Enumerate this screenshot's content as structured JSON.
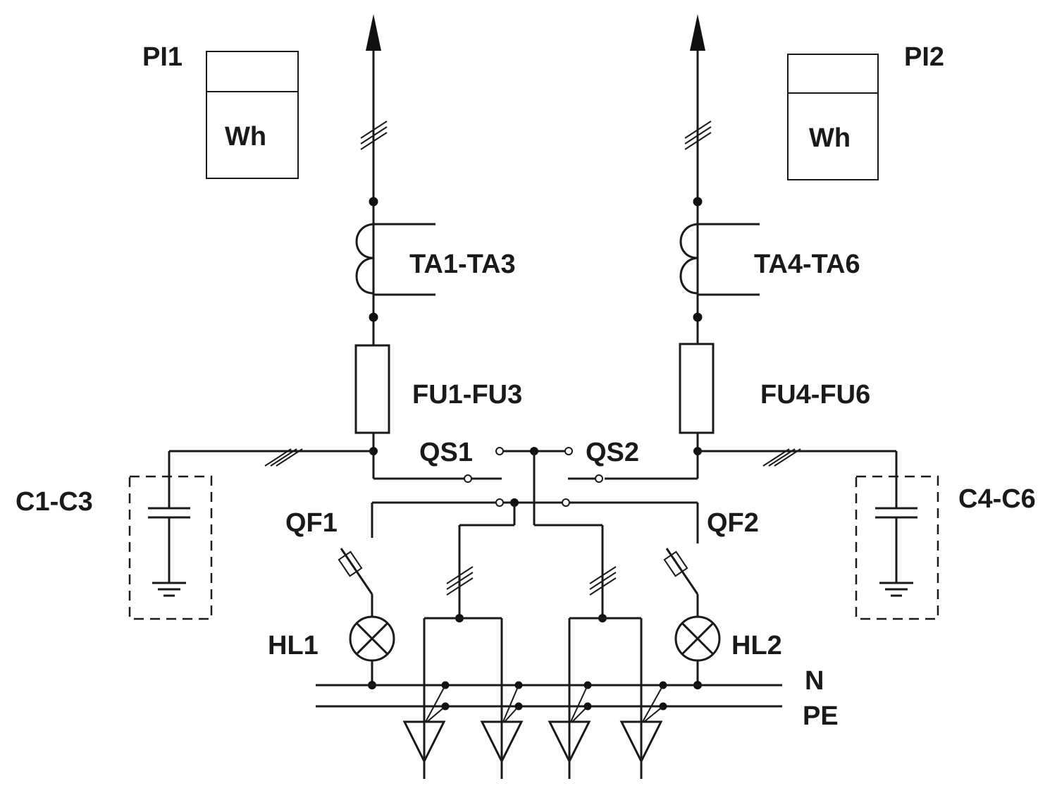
{
  "labels": {
    "pi1": "PI1",
    "pi2": "PI2",
    "meter_unit": "Wh",
    "ta_left": "TA1-TA3",
    "ta_right": "TA4-TA6",
    "fu_left": "FU1-FU3",
    "fu_right": "FU4-FU6",
    "qs1": "QS1",
    "qs2": "QS2",
    "qf1": "QF1",
    "qf2": "QF2",
    "c_left": "C1-C3",
    "c_right": "C4-C6",
    "hl1": "HL1",
    "hl2": "HL2",
    "n_bus": "N",
    "pe_bus": "PE"
  }
}
